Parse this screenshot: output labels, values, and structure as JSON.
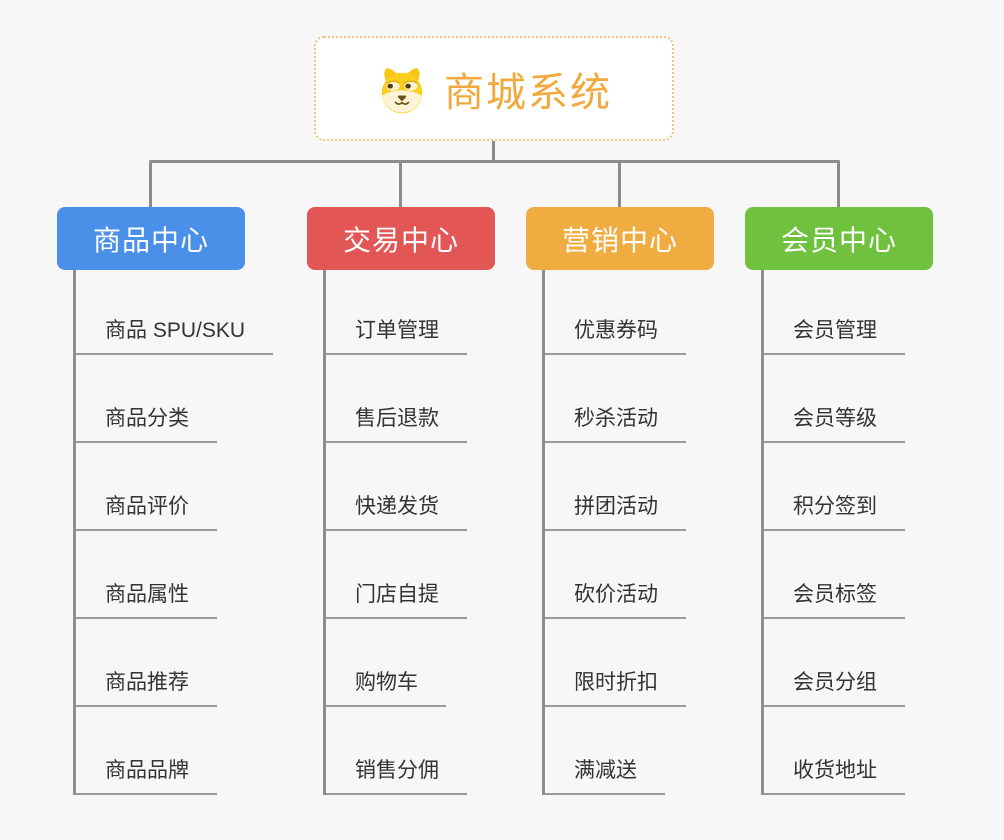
{
  "root": {
    "title": "商城系统",
    "icon": "doge-icon",
    "title_color": "#f0a93c",
    "border_color": "#f3c475",
    "background": "#ffffff"
  },
  "canvas_background": "#f7f7f7",
  "connector_color": "#8c8c8c",
  "leaf_line_color": "#999999",
  "leaf_text_color": "#333333",
  "branches": [
    {
      "label": "商品中心",
      "color": "#4a8fe8",
      "children": [
        "商品 SPU/SKU",
        "商品分类",
        "商品评价",
        "商品属性",
        "商品推荐",
        "商品品牌"
      ]
    },
    {
      "label": "交易中心",
      "color": "#e25755",
      "children": [
        "订单管理",
        "售后退款",
        "快递发货",
        "门店自提",
        "购物车",
        "销售分佣"
      ]
    },
    {
      "label": "营销中心",
      "color": "#f0ac40",
      "children": [
        "优惠券码",
        "秒杀活动",
        "拼团活动",
        "砍价活动",
        "限时折扣",
        "满减送"
      ]
    },
    {
      "label": "会员中心",
      "color": "#6fc13e",
      "children": [
        "会员管理",
        "会员等级",
        "积分签到",
        "会员标签",
        "会员分组",
        "收货地址"
      ]
    }
  ]
}
